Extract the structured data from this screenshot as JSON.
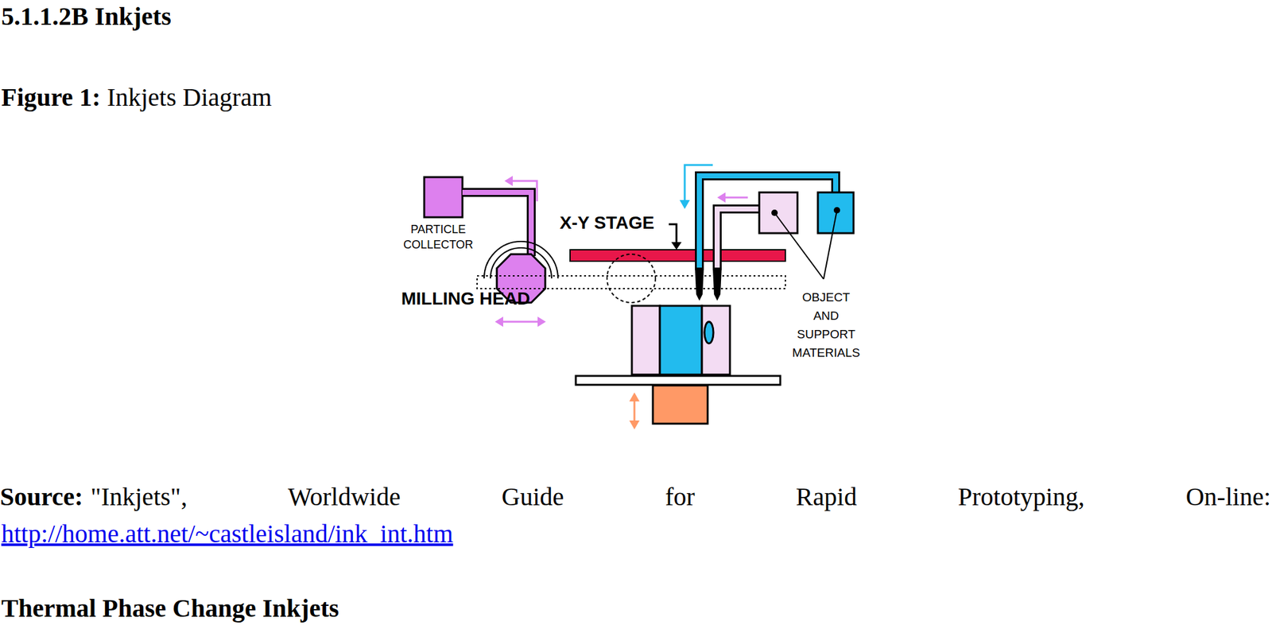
{
  "diagram": {
    "title": "5.1.1.2B Inkjets",
    "labels": [
      "Figure 1:",
      "Inkjets Diagram",
      "PARTICLE COLLECTOR",
      "X-Y STAGE",
      "MILLING HEAD",
      "OBJECT AND SUPPORT MATERIALS",
      "Source:",
      "\"Inkjets\", Worldwide Guide for Rapid Prototyping, On-line:",
      "http://home.att.net/~castleisland/ink_int.htm",
      "Thermal Phase Change Inkjets"
    ]
  }
}
